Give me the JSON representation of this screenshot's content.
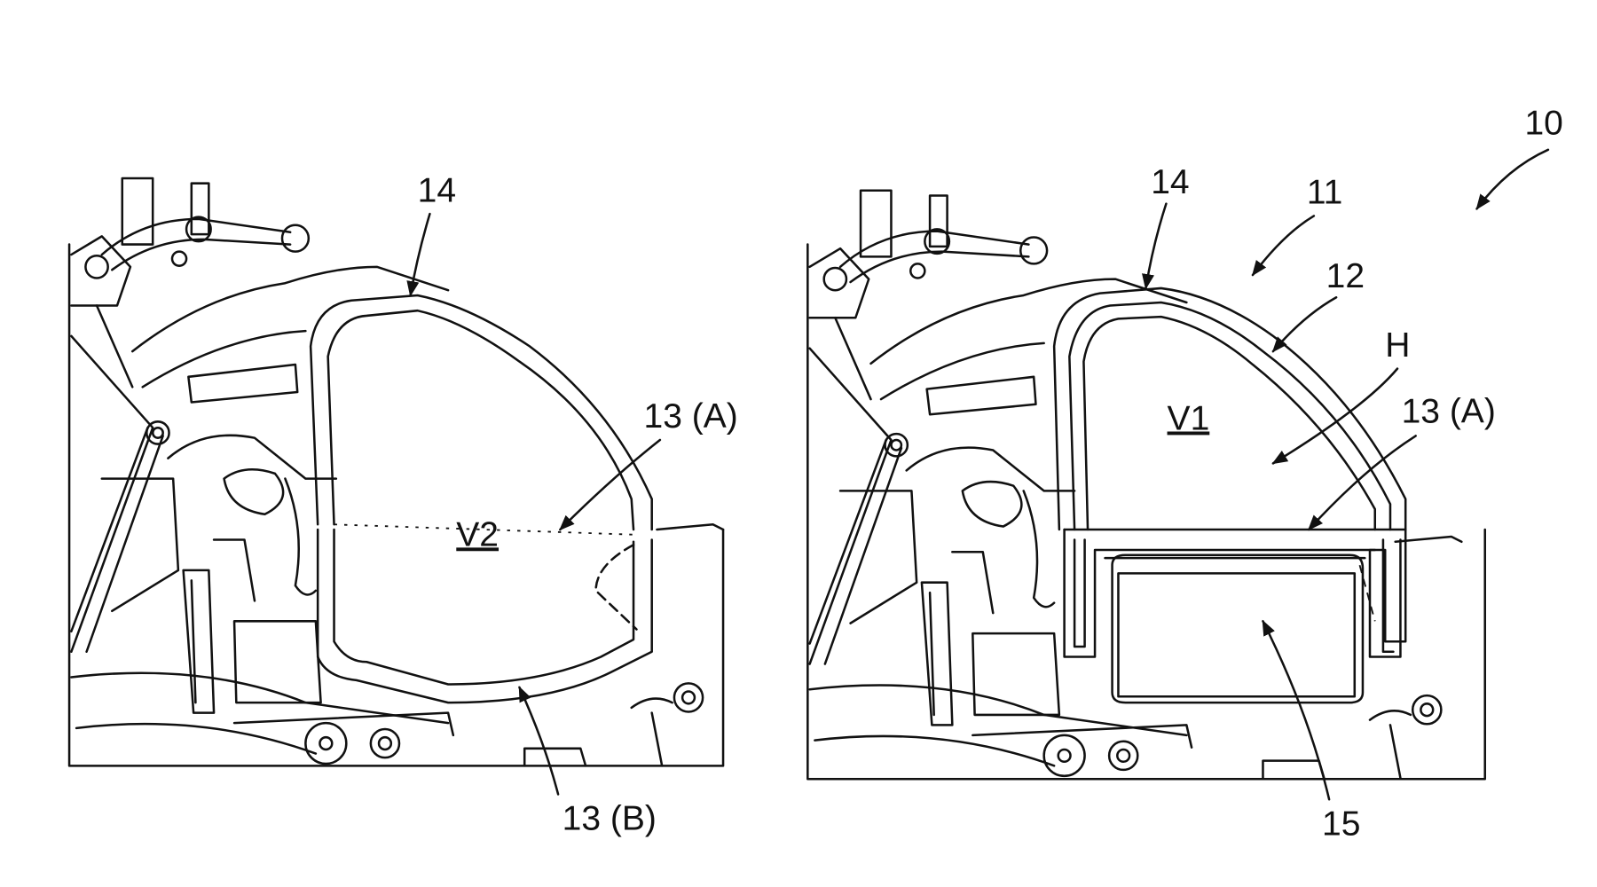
{
  "figure": {
    "overall_ref": "10",
    "left_view": {
      "labels": {
        "frame": "14",
        "upper_section": "13 (A)",
        "volume": "V2",
        "lower_section": "13 (B)"
      }
    },
    "right_view": {
      "labels": {
        "frame": "14",
        "assembly": "11",
        "panel": "12",
        "height": "H",
        "volume": "V1",
        "upper_section": "13 (A)",
        "compartment": "15"
      }
    }
  }
}
